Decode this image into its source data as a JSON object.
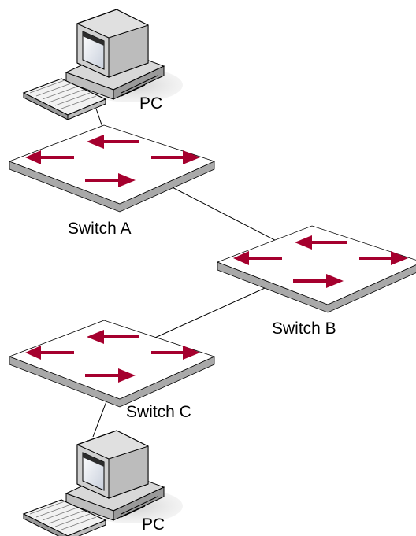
{
  "nodes": {
    "pc_top": {
      "label": "PC"
    },
    "switch_a": {
      "label": "Switch A"
    },
    "switch_b": {
      "label": "Switch B"
    },
    "switch_c": {
      "label": "Switch C"
    },
    "pc_bottom": {
      "label": "PC"
    }
  },
  "links": [
    [
      "pc_top",
      "switch_a"
    ],
    [
      "switch_a",
      "switch_b"
    ],
    [
      "switch_b",
      "switch_c"
    ],
    [
      "switch_c",
      "pc_bottom"
    ]
  ],
  "colors": {
    "arrow": "#a5002e",
    "switch_top": "#ffffff",
    "switch_side": "#a9a9a9",
    "shadow": "#d6d6d6",
    "line": "#000000"
  }
}
